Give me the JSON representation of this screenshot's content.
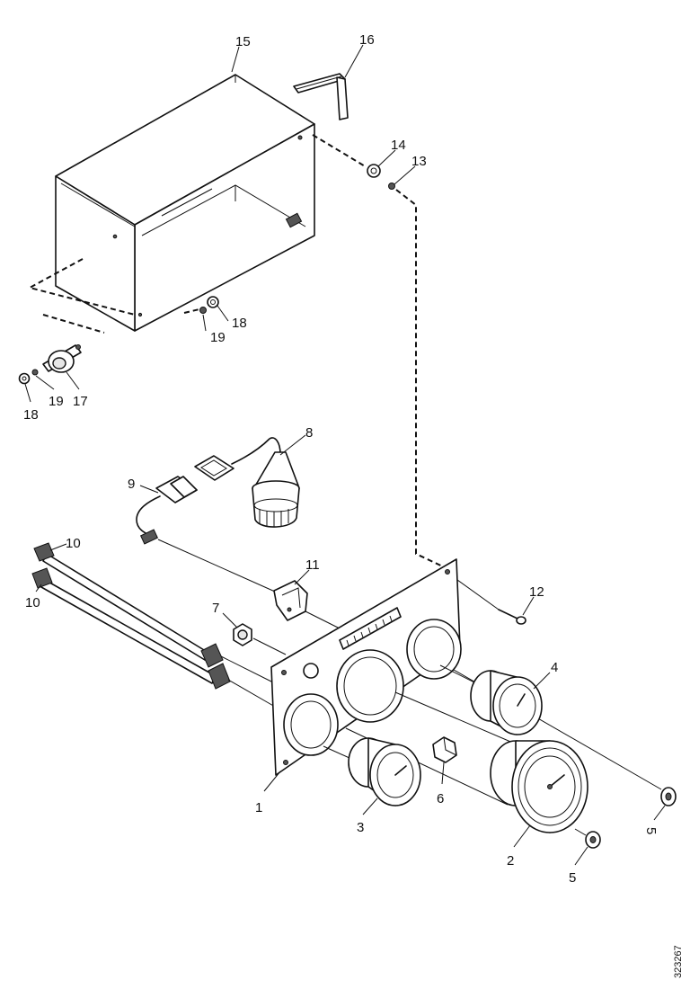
{
  "callouts": [
    {
      "label": "15"
    },
    {
      "label": "16"
    },
    {
      "label": "14"
    },
    {
      "label": "13"
    },
    {
      "label": "18"
    },
    {
      "label": "19"
    },
    {
      "label": "19"
    },
    {
      "label": "17"
    },
    {
      "label": "18"
    },
    {
      "label": "8"
    },
    {
      "label": "9"
    },
    {
      "label": "10"
    },
    {
      "label": "10"
    },
    {
      "label": "11"
    },
    {
      "label": "12"
    },
    {
      "label": "7"
    },
    {
      "label": "4"
    },
    {
      "label": "1"
    },
    {
      "label": "3"
    },
    {
      "label": "6"
    },
    {
      "label": "2"
    },
    {
      "label": "5"
    },
    {
      "label": "5"
    }
  ],
  "drawing_code": "323267"
}
